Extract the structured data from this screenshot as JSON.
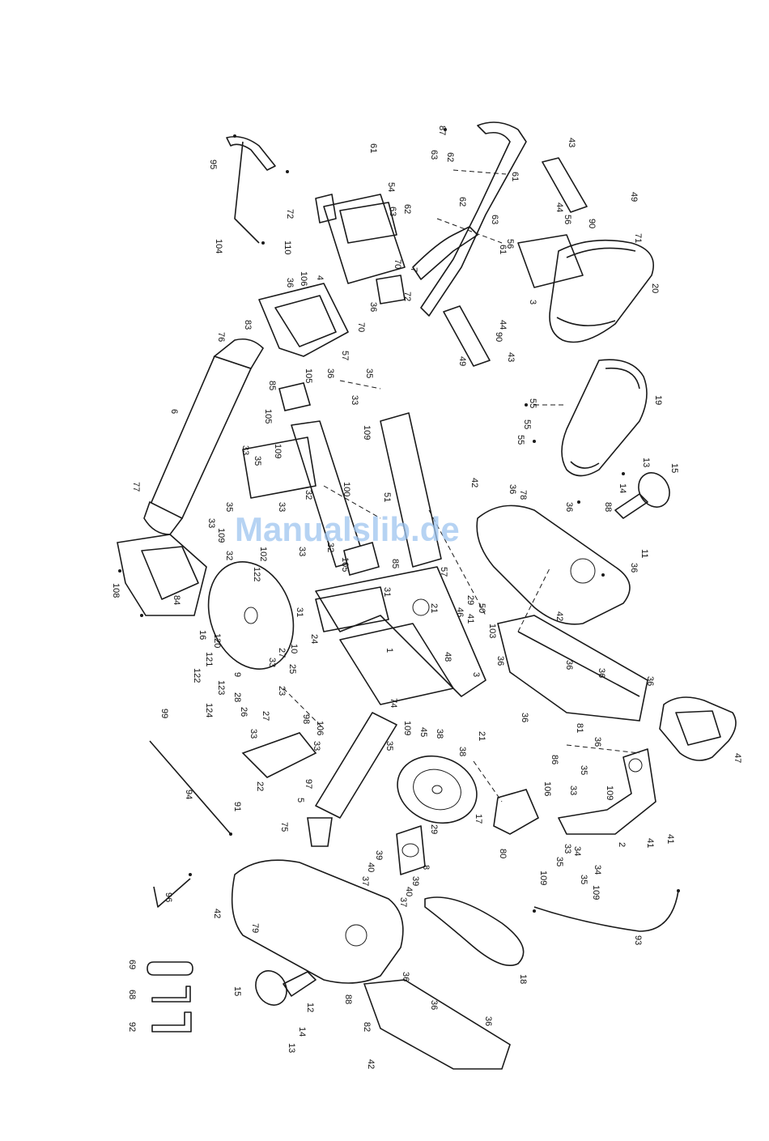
{
  "watermark": "Manualslib.de",
  "labels": {
    "l87": "87",
    "l61a": "61",
    "l63a": "63",
    "l62a": "62",
    "l61b": "61",
    "l54": "54",
    "l62b": "62",
    "l63b": "63",
    "l43a": "43",
    "l49a": "49",
    "l44a": "44",
    "l56a": "56",
    "l90a": "90",
    "l71": "71",
    "l95": "95",
    "l72a": "72",
    "l62c": "62",
    "l63c": "63",
    "l56b": "56",
    "l61c": "61",
    "l20": "20",
    "l104": "104",
    "l110": "110",
    "l106a": "106",
    "l4": "4",
    "l70a": "70",
    "l7": "7",
    "l72b": "72",
    "l3": "3",
    "l36a": "36",
    "l70b": "70",
    "l44b": "44",
    "l90b": "90",
    "l43b": "43",
    "l49b": "49",
    "l76": "76",
    "l83": "83",
    "l57a": "57",
    "l35a": "35",
    "l105a": "105",
    "l36b": "36",
    "l85a": "85",
    "l33a": "33",
    "l19": "19",
    "l55a": "55",
    "l55b": "55",
    "l55c": "55",
    "l6a": "6",
    "l105b": "105",
    "l109a": "109",
    "l33b": "33",
    "l35b": "35",
    "l109b": "109",
    "l100": "100",
    "l51": "51",
    "l13a": "13",
    "l15a": "15",
    "l14a": "14",
    "l42a": "42",
    "l36c": "36",
    "l78": "78",
    "l88a": "88",
    "l11": "11",
    "l77": "77",
    "l33c": "33",
    "l35c": "35",
    "l109c": "109",
    "l32a": "32",
    "l33d": "33",
    "l32b": "32",
    "l102": "102",
    "l122a": "122",
    "l33e": "33",
    "l32c": "32",
    "l105c": "105",
    "l85b": "85",
    "l57b": "57",
    "l36d": "36",
    "l108": "108",
    "l84": "84",
    "l31a": "31",
    "l21a": "21",
    "l29a": "29",
    "l50": "50",
    "l46": "46",
    "l41a": "41",
    "l103": "103",
    "l42b": "42",
    "l16": "16",
    "l120": "120",
    "l31b": "31",
    "l24": "24",
    "l10": "10",
    "l121": "121",
    "l122b": "122",
    "l9": "9",
    "l27a": "27",
    "l33f": "33",
    "l25": "25",
    "l23": "23",
    "l48": "48",
    "l1": "1",
    "l3b": "3",
    "l36e": "36",
    "l36f": "36",
    "l123": "123",
    "l28": "28",
    "l26": "26",
    "l124": "124",
    "l99": "99",
    "l27b": "27",
    "l98": "98",
    "l33g": "33",
    "l106b": "106",
    "l33h": "33",
    "l74": "74",
    "l109d": "109",
    "l45": "45",
    "l38a": "38",
    "l21b": "21",
    "l38b": "38",
    "l36g": "36",
    "l36h": "36",
    "l81": "81",
    "l36i": "36",
    "l86": "86",
    "l36j": "36",
    "l47": "47",
    "l94": "94",
    "l22": "22",
    "l97": "97",
    "l35d": "35",
    "l5": "5",
    "l17": "17",
    "l106c": "106",
    "l35e": "35",
    "l33i": "33",
    "l109e": "109",
    "l91": "91",
    "l75": "75",
    "l29b": "29",
    "l80": "80",
    "l2": "2",
    "l41b": "41",
    "l41c": "41",
    "l34a": "34",
    "l33j": "33",
    "l35f": "35",
    "l34b": "34",
    "l109f": "109",
    "l35g": "35",
    "l109g": "109",
    "l8": "8",
    "l39a": "39",
    "l40a": "40",
    "l37a": "37",
    "l39b": "39",
    "l40b": "40",
    "l37b": "37",
    "l96": "96",
    "l42c": "42",
    "l79": "79",
    "l93": "93",
    "l18": "18",
    "l69": "69",
    "l68": "68",
    "l92": "92",
    "l15b": "15",
    "l12": "12",
    "l88b": "88",
    "l36k": "36",
    "l36l": "36",
    "l14b": "14",
    "l13b": "13",
    "l82": "82",
    "l36m": "36",
    "l42d": "42"
  }
}
